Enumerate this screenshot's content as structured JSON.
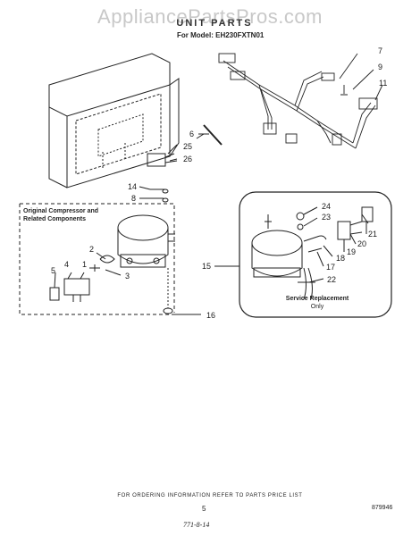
{
  "watermark": "AppliancePartsPros.com",
  "header": {
    "title": "UNIT PARTS",
    "model": "For Model: EH230FXTN01"
  },
  "labels": {
    "original_compressor": [
      "Original Compressor and",
      "Related Components"
    ],
    "service_replacement": [
      "Service Replacement",
      "Only"
    ]
  },
  "callouts": [
    "7",
    "9",
    "11",
    "6",
    "25",
    "26",
    "14",
    "8",
    "2",
    "1",
    "3",
    "4",
    "5",
    "16",
    "24",
    "23",
    "15",
    "18",
    "19",
    "20",
    "21",
    "17",
    "22"
  ],
  "footer": {
    "note": "FOR ORDERING INFORMATION REFER TO PARTS PRICE LIST",
    "page_number": "5",
    "doc_code": "879946",
    "handwritten": "771-8-14"
  }
}
